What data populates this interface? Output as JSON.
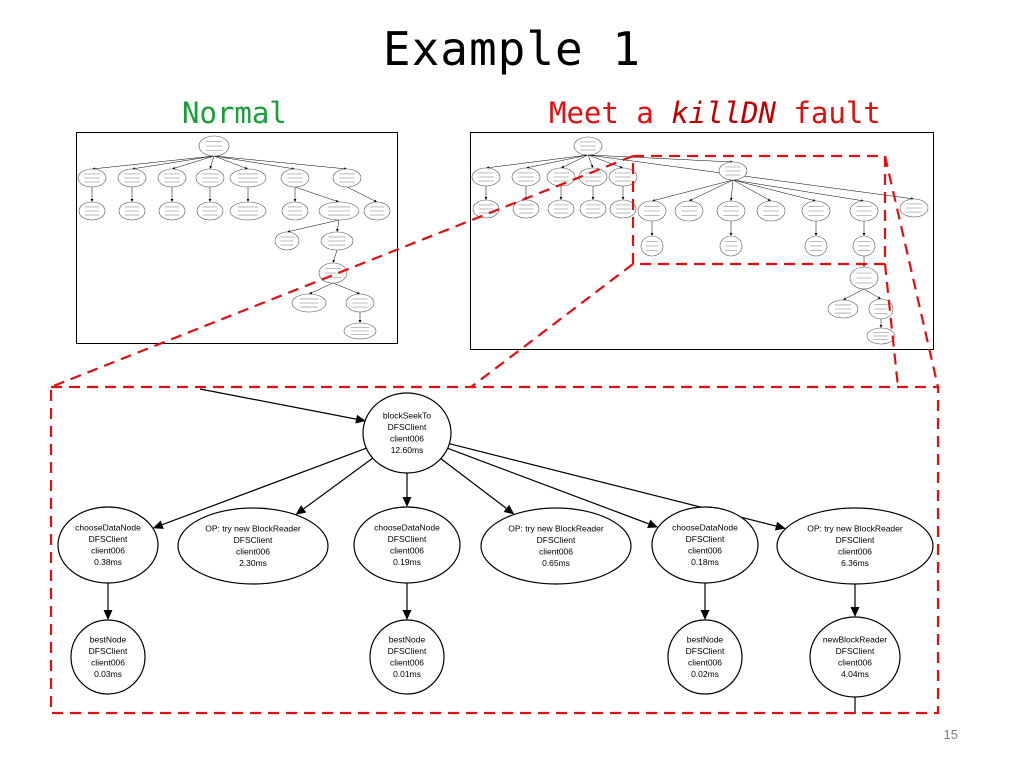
{
  "slide": {
    "title": "Example 1",
    "normal_label": "Normal",
    "fault_label_prefix": "Meet a ",
    "fault_label_em": "killDN",
    "fault_label_suffix": " fault",
    "page_number": "15"
  },
  "colors": {
    "normal": "#1a9e3c",
    "fault": "#e01010",
    "highlight_box": "#e01010"
  },
  "zoom_graph": {
    "root": {
      "lines": [
        "blockSeekTo",
        "DFSClient",
        "client006",
        "12.60ms"
      ]
    },
    "children": [
      {
        "lines": [
          "chooseDataNode",
          "DFSClient",
          "client006",
          "0.38ms"
        ]
      },
      {
        "lines": [
          "OP: try new BlockReader",
          "DFSClient",
          "client006",
          "2.30ms"
        ]
      },
      {
        "lines": [
          "chooseDataNode",
          "DFSClient",
          "client006",
          "0.19ms"
        ]
      },
      {
        "lines": [
          "OP: try new BlockReader",
          "DFSClient",
          "client006",
          "0.65ms"
        ]
      },
      {
        "lines": [
          "chooseDataNode",
          "DFSClient",
          "client006",
          "0.18ms"
        ]
      },
      {
        "lines": [
          "OP: try new BlockReader",
          "DFSClient",
          "client006",
          "6.36ms"
        ]
      }
    ],
    "grandchildren": [
      {
        "parent": 0,
        "lines": [
          "bestNode",
          "DFSClient",
          "client006",
          "0.03ms"
        ]
      },
      {
        "parent": 2,
        "lines": [
          "bestNode",
          "DFSClient",
          "client006",
          "0.01ms"
        ]
      },
      {
        "parent": 4,
        "lines": [
          "bestNode",
          "DFSClient",
          "client006",
          "0.02ms"
        ]
      },
      {
        "parent": 5,
        "lines": [
          "newBlockReader",
          "DFSClient",
          "client006",
          "4.04ms"
        ]
      }
    ]
  }
}
